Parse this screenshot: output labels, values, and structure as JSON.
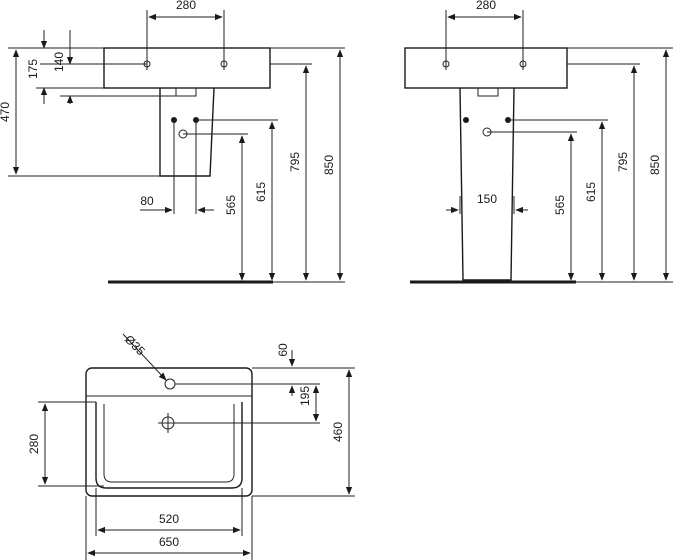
{
  "side_view": {
    "dims": {
      "tap_centers": "280",
      "overflow_depth": "175",
      "tap_to_top": "140",
      "wall_height": "470",
      "pedestal_depth": "80",
      "waste_height": "565",
      "supply_height": "615",
      "under_bowl": "795",
      "rim_height": "850"
    }
  },
  "front_view": {
    "dims": {
      "tap_centers": "280",
      "pedestal_width": "150",
      "waste_height": "565",
      "supply_height": "615",
      "under_bowl": "795",
      "rim_height": "850"
    }
  },
  "plan_view": {
    "dims": {
      "tap_hole": "Ø35",
      "tap_offset": "60",
      "tap_to_bowl": "195",
      "depth": "460",
      "bowl_depth": "280",
      "inner_width": "520",
      "outer_width": "650"
    }
  }
}
